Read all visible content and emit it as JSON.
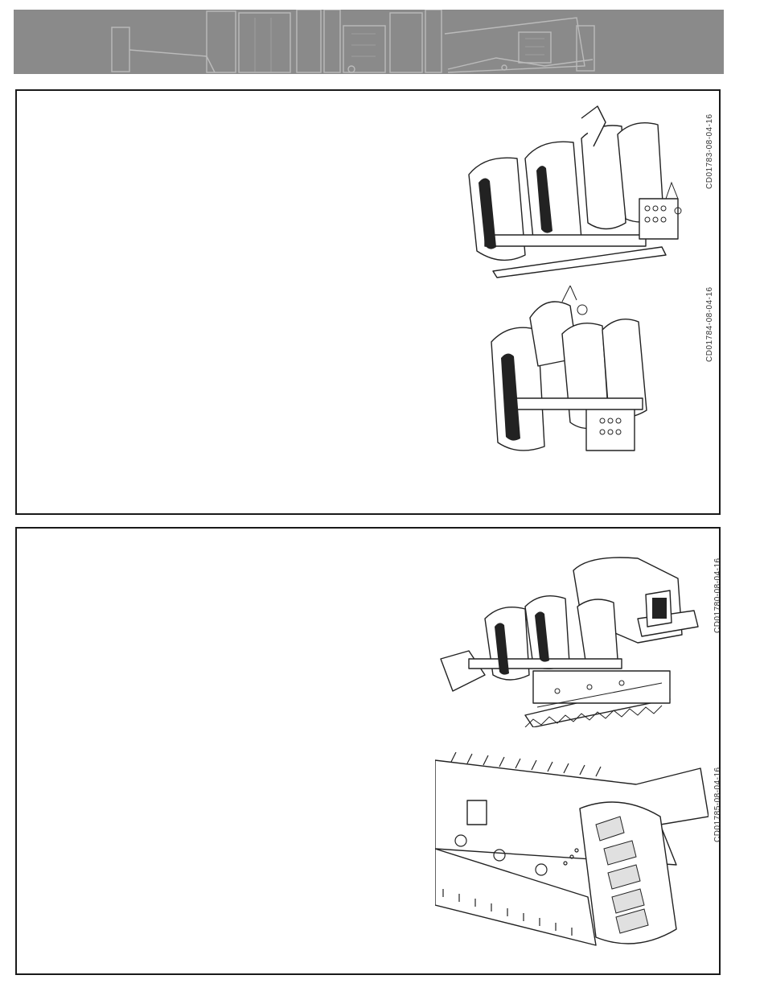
{
  "figures": [
    {
      "code": "CD01783-08-04-16",
      "icon": "fusion-machine-4-clamp-illustration"
    },
    {
      "code": "CD01784-08-04-16",
      "icon": "fusion-machine-3-clamp-illustration"
    },
    {
      "code": "CD01780-08-04-16",
      "icon": "tracked-fusion-machine-illustration"
    },
    {
      "code": "CD01785-08-04-16",
      "icon": "rubber-track-closeup-illustration"
    }
  ],
  "colors": {
    "banner": "#8a8a8a",
    "border": "#1a1a1a",
    "line": "#222222"
  }
}
